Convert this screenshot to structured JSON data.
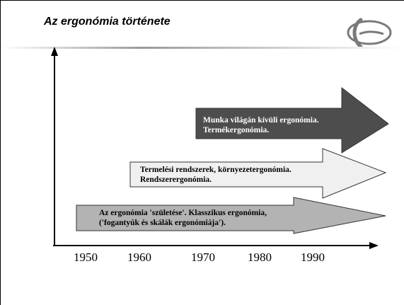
{
  "title": "Az ergonómia története",
  "logo": {
    "icon": "ergonomics-logo-icon"
  },
  "timeline": {
    "years": [
      "1950",
      "1960",
      "1970",
      "1980",
      "1990"
    ]
  },
  "arrows": [
    {
      "line1": "Munka világán kívüli ergonómia.",
      "line2": "Termékergonómia.",
      "fill": "#4d4d4d",
      "text_color": "#ffffff"
    },
    {
      "line1": "Termelési rendszerek, környezetergonómia.",
      "line2": "Rendszerergonómia.",
      "fill": "#f0f0f0",
      "text_color": "#000000"
    },
    {
      "line1": "Az ergonómia 'születése'. Klasszikus ergonómia,",
      "line2": "('fogantyúk és skálák ergonómiája').",
      "fill": "#b3b3b3",
      "text_color": "#000000"
    }
  ]
}
